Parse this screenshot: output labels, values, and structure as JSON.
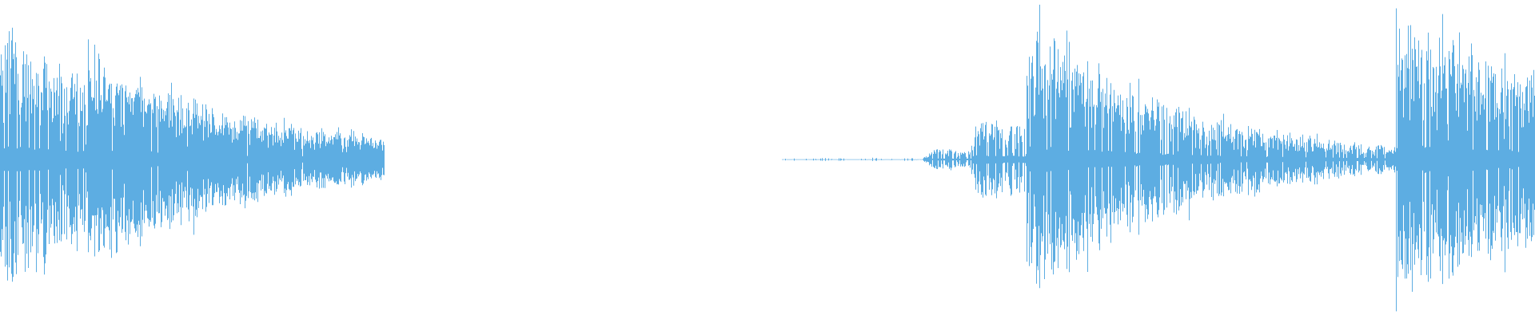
{
  "waveform": {
    "color": "#5dade2",
    "segments": [
      {
        "start_s": 0.0,
        "end_s": 0.55,
        "peak": 0.93,
        "attack_s": 0.0,
        "decay": 3.8,
        "density": 0.9
      },
      {
        "start_s": 0.125,
        "end_s": 0.55,
        "peak": 0.78,
        "attack_s": 0.0,
        "decay": 4.0,
        "density": 0.9
      },
      {
        "start_s": 1.12,
        "end_s": 1.32,
        "peak": 0.01,
        "attack_s": 0.0,
        "decay": 0.0,
        "density": 0.15
      },
      {
        "start_s": 1.32,
        "end_s": 1.39,
        "peak": 0.07,
        "attack_s": 0.02,
        "decay": 2.0,
        "density": 0.8
      },
      {
        "start_s": 1.39,
        "end_s": 1.47,
        "peak": 0.3,
        "attack_s": 0.005,
        "decay": 3.0,
        "density": 0.8
      },
      {
        "start_s": 1.47,
        "end_s": 2.0,
        "peak": 0.97,
        "attack_s": 0.002,
        "decay": 4.5,
        "density": 0.9
      },
      {
        "start_s": 1.98,
        "end_s": 2.0,
        "peak": 0.01,
        "attack_s": 0.0,
        "decay": 0.0,
        "density": 0.3
      },
      {
        "start_s": 2.0,
        "end_s": 2.2,
        "peak": 0.98,
        "attack_s": 0.0,
        "decay": 2.5,
        "density": 0.9
      }
    ],
    "duration_s": 2.2
  }
}
